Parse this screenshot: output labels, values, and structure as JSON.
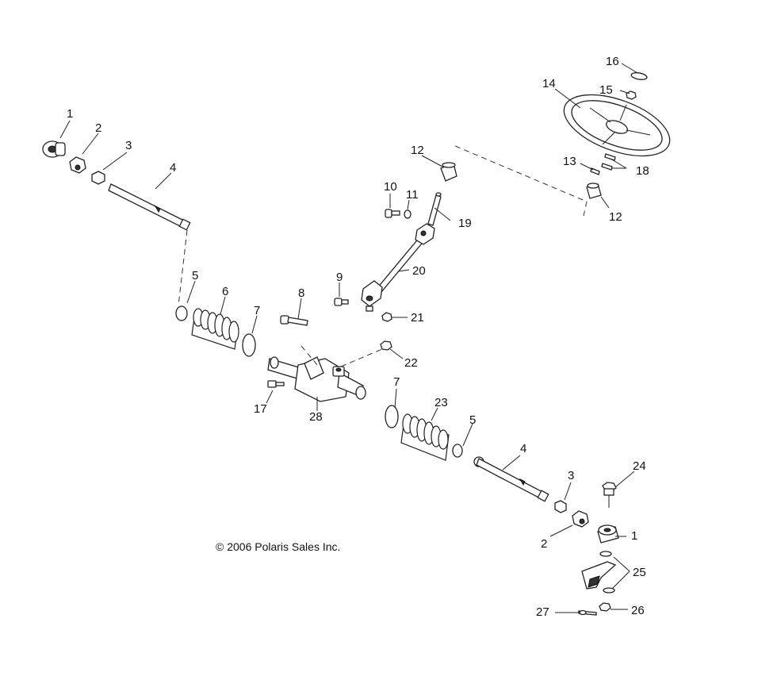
{
  "copyright": "© 2006 Polaris Sales Inc.",
  "callouts": {
    "c1a": "1",
    "c2a": "2",
    "c3a": "3",
    "c4a": "4",
    "c5a": "5",
    "c6": "6",
    "c7a": "7",
    "c8": "8",
    "c9": "9",
    "c10": "10",
    "c11": "11",
    "c12a": "12",
    "c12b": "12",
    "c13": "13",
    "c14": "14",
    "c15": "15",
    "c16": "16",
    "c17": "17",
    "c18": "18",
    "c19": "19",
    "c20": "20",
    "c21": "21",
    "c22": "22",
    "c23": "23",
    "c24": "24",
    "c25": "25",
    "c26": "26",
    "c27": "27",
    "c28": "28",
    "c7b": "7",
    "c5b": "5",
    "c4b": "4",
    "c3b": "3",
    "c2b": "2",
    "c1b": "1"
  }
}
